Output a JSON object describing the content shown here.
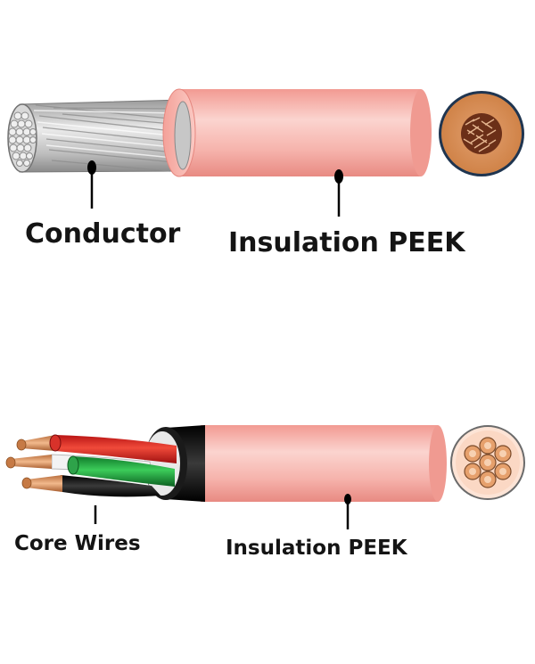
{
  "diagram": {
    "single_core": {
      "conductor_label": "Conductor",
      "insulation_label": "Insulation PEEK"
    },
    "multi_core": {
      "core_wires_label": "Core Wires",
      "insulation_label": "Insulation PEEK",
      "core_wire_colors": [
        "red",
        "white",
        "green",
        "black"
      ]
    },
    "colors": {
      "insulation": "#f5b3ad",
      "insulation_highlight": "#fbd6d1",
      "conductor_silver": "#c9c9c9",
      "copper": "#d88c55",
      "outer_ring": "#1f3550",
      "jacket_black": "#111111",
      "leader_line": "#000000"
    }
  }
}
